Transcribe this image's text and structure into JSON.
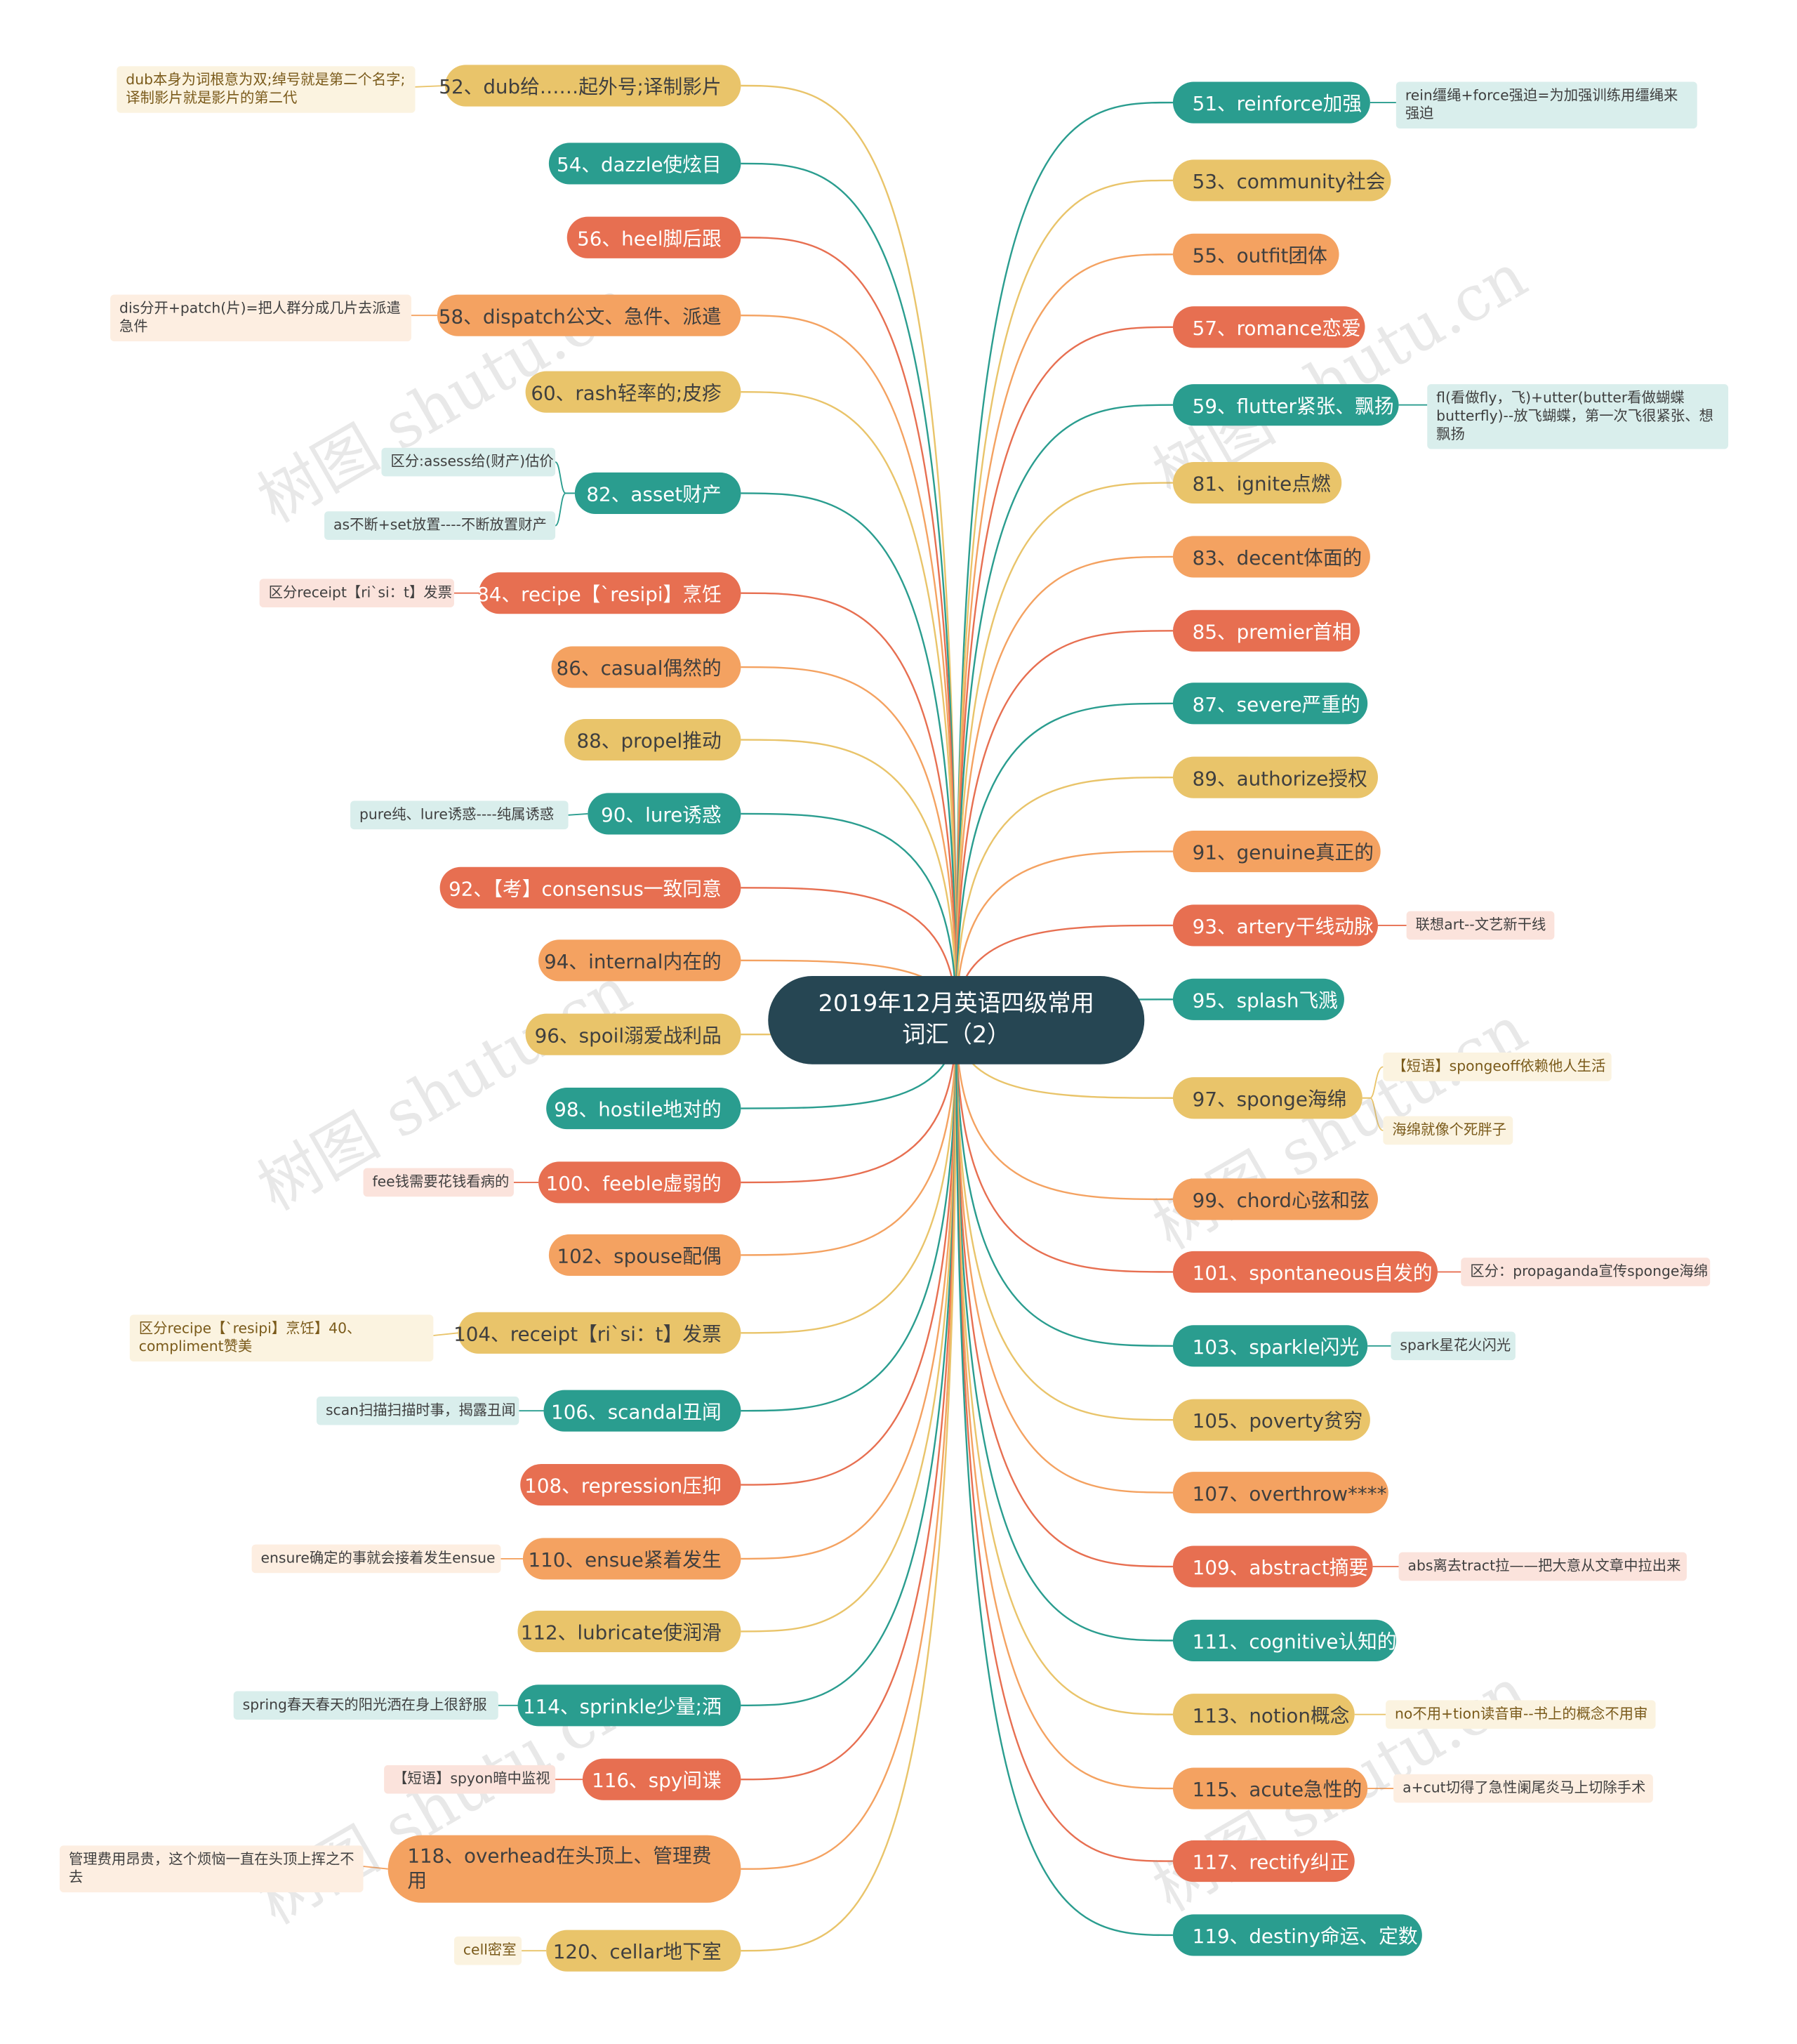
{
  "root": {
    "title": "2019年12月英语四级常用词汇（2）"
  },
  "colors": {
    "teal": "#2a9d8f",
    "yellow": "#e9c46a",
    "orange": "#f4a261",
    "red": "#e76f51",
    "root": "#264653"
  },
  "watermark": "树图 shutu.cn",
  "left": [
    {
      "label": "52、dub给……起外号;译制影片",
      "color": "yellow",
      "notes": [
        {
          "text": "dub本身为词根意为双;绰号就是第二个名字;译制影片就是影片的第二代"
        }
      ]
    },
    {
      "label": "54、dazzle使炫目",
      "color": "teal",
      "notes": []
    },
    {
      "label": "56、heel脚后跟",
      "color": "red",
      "notes": []
    },
    {
      "label": "58、dispatch公文、急件、派遣",
      "color": "orange",
      "notes": [
        {
          "text": "dis分开+patch(片)=把人群分成几片去派遣急件"
        }
      ]
    },
    {
      "label": "60、rash轻率的;皮疹",
      "color": "yellow",
      "notes": []
    },
    {
      "label": "82、asset财产",
      "color": "teal",
      "notes": [
        {
          "text": "区分:assess给(财产)估价"
        },
        {
          "text": "as不断+set放置----不断放置财产"
        }
      ]
    },
    {
      "label": "84、recipe【`resipi】烹饪",
      "color": "red",
      "notes": [
        {
          "text": "区分receipt【ri`si：t】发票"
        }
      ]
    },
    {
      "label": "86、casual偶然的",
      "color": "orange",
      "notes": []
    },
    {
      "label": "88、propel推动",
      "color": "yellow",
      "notes": []
    },
    {
      "label": "90、lure诱惑",
      "color": "teal",
      "notes": [
        {
          "text": "pure纯、lure诱惑----纯属诱惑"
        }
      ]
    },
    {
      "label": "92、【考】consensus一致同意",
      "color": "red",
      "notes": []
    },
    {
      "label": "94、internal内在的",
      "color": "orange",
      "notes": []
    },
    {
      "label": "96、spoil溺爱战利品",
      "color": "yellow",
      "notes": []
    },
    {
      "label": "98、hostile地对的",
      "color": "teal",
      "notes": []
    },
    {
      "label": "100、feeble虚弱的",
      "color": "red",
      "notes": [
        {
          "text": "fee钱需要花钱看病的"
        }
      ]
    },
    {
      "label": "102、spouse配偶",
      "color": "orange",
      "notes": []
    },
    {
      "label": "104、receipt【ri`si：t】发票",
      "color": "yellow",
      "notes": [
        {
          "text": "区分recipe【`resipi】烹饪】40、compliment赞美"
        }
      ]
    },
    {
      "label": "106、scandal丑闻",
      "color": "teal",
      "notes": [
        {
          "text": "scan扫描扫描时事，揭露丑闻"
        }
      ]
    },
    {
      "label": "108、repression压抑",
      "color": "red",
      "notes": []
    },
    {
      "label": "110、ensue紧着发生",
      "color": "orange",
      "notes": [
        {
          "text": "ensure确定的事就会接着发生ensue"
        }
      ]
    },
    {
      "label": "112、lubricate使润滑",
      "color": "yellow",
      "notes": []
    },
    {
      "label": "114、sprinkle少量;洒",
      "color": "teal",
      "notes": [
        {
          "text": "spring春天春天的阳光洒在身上很舒服"
        }
      ]
    },
    {
      "label": "116、spy间谍",
      "color": "red",
      "notes": [
        {
          "text": "【短语】spyon暗中监视"
        }
      ]
    },
    {
      "label": "118、overhead在头顶上、管理费用",
      "color": "orange",
      "notes": [
        {
          "text": "管理费用昂贵，这个烦恼一直在头顶上挥之不去"
        }
      ]
    },
    {
      "label": "120、cellar地下室",
      "color": "yellow",
      "notes": [
        {
          "text": "cell密室"
        }
      ]
    }
  ],
  "right": [
    {
      "label": "51、reinforce加强",
      "color": "teal",
      "notes": [
        {
          "text": "rein缰绳+force强迫=为加强训练用缰绳来强迫"
        }
      ]
    },
    {
      "label": "53、community社会",
      "color": "yellow",
      "notes": []
    },
    {
      "label": "55、outfit团体",
      "color": "orange",
      "notes": []
    },
    {
      "label": "57、romance恋爱",
      "color": "red",
      "notes": []
    },
    {
      "label": "59、flutter紧张、飘扬",
      "color": "teal",
      "notes": [
        {
          "text": "fl(看做fly，飞)+utter(butter看做蝴蝶butterfly)--放飞蝴蝶，第一次飞很紧张、想飘扬"
        }
      ]
    },
    {
      "label": "81、ignite点燃",
      "color": "yellow",
      "notes": []
    },
    {
      "label": "83、decent体面的",
      "color": "orange",
      "notes": []
    },
    {
      "label": "85、premier首相",
      "color": "red",
      "notes": []
    },
    {
      "label": "87、severe严重的",
      "color": "teal",
      "notes": []
    },
    {
      "label": "89、authorize授权",
      "color": "yellow",
      "notes": []
    },
    {
      "label": "91、genuine真正的",
      "color": "orange",
      "notes": []
    },
    {
      "label": "93、artery干线动脉",
      "color": "red",
      "notes": [
        {
          "text": "联想art--文艺新干线"
        }
      ]
    },
    {
      "label": "95、splash飞溅",
      "color": "teal",
      "notes": []
    },
    {
      "label": "97、sponge海绵",
      "color": "yellow",
      "notes": [
        {
          "text": "【短语】spongeoff依赖他人生活"
        },
        {
          "text": "海绵就像个死胖子"
        }
      ]
    },
    {
      "label": "99、chord心弦和弦",
      "color": "orange",
      "notes": []
    },
    {
      "label": "101、spontaneous自发的",
      "color": "red",
      "notes": [
        {
          "text": "区分：propaganda宣传sponge海绵"
        }
      ]
    },
    {
      "label": "103、sparkle闪光",
      "color": "teal",
      "notes": [
        {
          "text": "spark星花火闪光"
        }
      ]
    },
    {
      "label": "105、poverty贫穷",
      "color": "yellow",
      "notes": []
    },
    {
      "label": "107、overthrow****",
      "color": "orange",
      "notes": []
    },
    {
      "label": "109、abstract摘要",
      "color": "red",
      "notes": [
        {
          "text": "abs离去tract拉——把大意从文章中拉出来"
        }
      ]
    },
    {
      "label": "111、cognitive认知的",
      "color": "teal",
      "notes": []
    },
    {
      "label": "113、notion概念",
      "color": "yellow",
      "notes": [
        {
          "text": "no不用+tion读音审--书上的概念不用审"
        }
      ]
    },
    {
      "label": "115、acute急性的",
      "color": "orange",
      "notes": [
        {
          "text": "a+cut切得了急性阑尾炎马上切除手术"
        }
      ]
    },
    {
      "label": "117、rectify纠正",
      "color": "red",
      "notes": []
    },
    {
      "label": "119、destiny命运、定数",
      "color": "teal",
      "notes": []
    }
  ]
}
